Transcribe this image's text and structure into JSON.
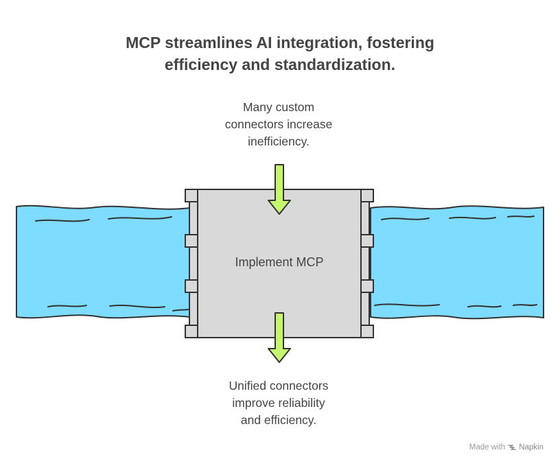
{
  "title": {
    "line1": "MCP streamlines AI integration, fostering",
    "line2": "efficiency and standardization."
  },
  "top_label": {
    "line1": "Many custom",
    "line2": "connectors increase",
    "line3": "inefficiency."
  },
  "center_label": "Implement MCP",
  "bottom_label": {
    "line1": "Unified connectors",
    "line2": "improve reliability",
    "line3": "and efficiency."
  },
  "watermark": {
    "prefix": "Made with",
    "brand": "Napkin"
  },
  "colors": {
    "water": "#7ddcff",
    "dam": "#d9d9d9",
    "arrow": "#c6f56f",
    "outline": "#333333",
    "text": "#444444"
  },
  "icons": {
    "watermark_logo": "napkin-logo-icon"
  }
}
